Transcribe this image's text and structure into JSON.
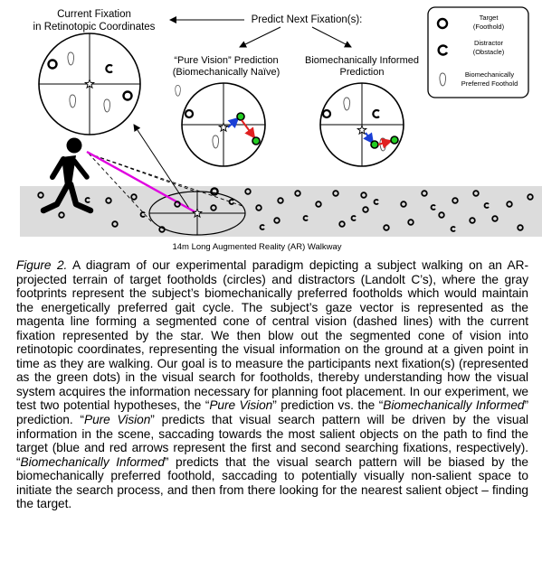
{
  "figure": {
    "current_fixation_label": [
      "Current Fixation",
      "in Retinotopic Coordinates"
    ],
    "predict_label": "Predict Next Fixation(s):",
    "pure_vision_label": [
      "“Pure Vision” Prediction",
      "(Biomechanically Naïve)"
    ],
    "bio_informed_label": [
      "Biomechanically Informed",
      "Prediction"
    ],
    "walkway_label": "14m Long Augmented Reality (AR) Walkway",
    "legend": {
      "target": [
        "Target",
        "(Foothold)"
      ],
      "distractor": [
        "Distractor",
        "(Obstacle)"
      ],
      "foothold": [
        "Biomechanically",
        "Preferred Foothold"
      ]
    },
    "colors": {
      "gaze_vector": "#e000e0",
      "first_saccade": "#1a3fd6",
      "second_saccade": "#e02020",
      "fixation_dot": "#22cc22",
      "walkway": "#dcdcdc"
    }
  },
  "caption": {
    "figure_label": "Figure 2.",
    "segments": [
      " A diagram of our experimental paradigm depicting a subject walking on an AR-projected terrain of target footholds (circles) and distractors (Landolt C’s), where the gray footprints represent the subject’s biomechanically preferred footholds which would maintain the energetically preferred gait cycle. The subject’s gaze vector is represented as the magenta line forming a segmented cone of central vision (dashed lines) with the current fixation represented by the star. We then blow out the segmented cone of vision into retinotopic coordinates, representing the visual information on the ground at a given point in time as they are walking. Our goal is to measure the participants next fixation(s) (represented as the green dots) in the visual search for footholds, thereby understanding how the visual system acquires the information necessary for planning foot placement. In our experiment, we test two potential hypotheses, the “",
      "Pure Vision",
      "” prediction vs. the “",
      "Biomechanically Informed",
      "” prediction. “",
      "Pure Vision",
      "” predicts that visual search pattern will be driven by the visual information in the scene, saccading towards the most salient objects on the path to find the target (blue and red arrows represent the first and second searching fixations, respectively). “",
      "Biomechanically Informed",
      "” predicts that the visual search pattern will be biased by the biomechanically preferred foothold, saccading to potentially visually non-salient space to initiate the search process, and then from there looking for the nearest salient object – finding the target."
    ]
  }
}
